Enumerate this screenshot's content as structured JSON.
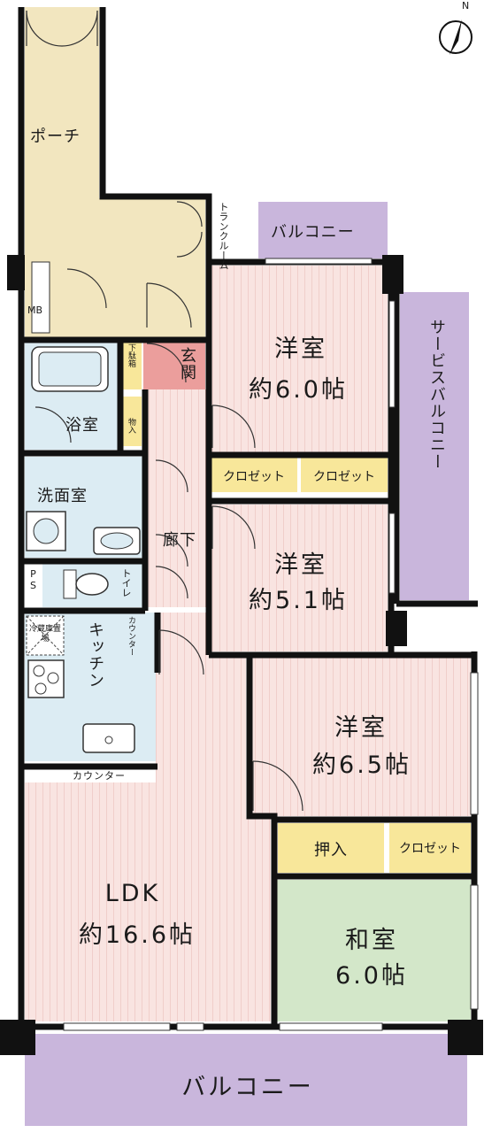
{
  "compass": {
    "north": "N"
  },
  "rooms": {
    "porch": "ポーチ",
    "trunk_room": "トランクルーム",
    "mb": "MB",
    "balcony_top": "バルコニー",
    "service_balcony": "サービスバルコニー",
    "western1": {
      "name": "洋室",
      "size": "約6.0帖"
    },
    "western2": {
      "name": "洋室",
      "size": "約5.1帖"
    },
    "western3": {
      "name": "洋室",
      "size": "約6.5帖"
    },
    "shoe_box": "下駄箱",
    "entrance": "玄関",
    "closet_storage_small": "物入",
    "bath": "浴室",
    "washroom": "洗面室",
    "hallway": "廊下",
    "ps": "PS",
    "toilet": "トイレ",
    "fridge": "冷蔵庫置場",
    "kitchen": "キッチン",
    "counter_vertical": "カウンター",
    "counter_horizontal": "カウンター",
    "closet_a": "クロゼット",
    "closet_b": "クロゼット",
    "closet_c": "クロゼット",
    "oshiire": "押入",
    "ldk": {
      "name": "LDK",
      "size": "約16.6帖"
    },
    "washitsu": {
      "name": "和室",
      "size": "6.0帖"
    },
    "balcony_bottom": "バルコニー"
  },
  "colors": {
    "wall": "#111111",
    "porch": "#f2e6bf",
    "room_pink": "#f9e4e1",
    "lavender": "#c9b6dc",
    "closet_yellow": "#f8e79a",
    "entrance_pink": "#eb9e9c",
    "wet_blue": "#dcecf3",
    "tatami_green": "#d3e7c9"
  }
}
